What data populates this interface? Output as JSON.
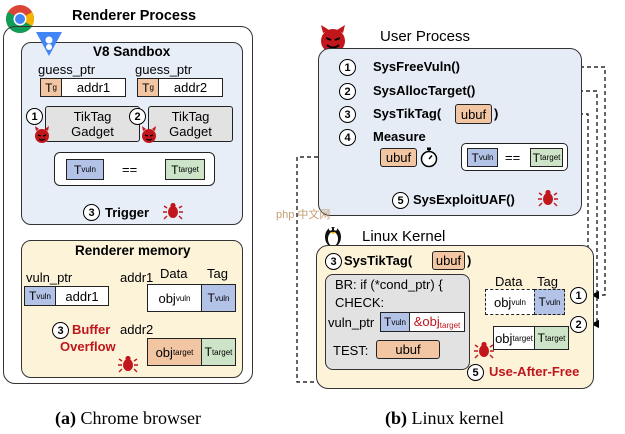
{
  "colors": {
    "sandbox_bg": "#e7eef8",
    "memory_bg": "#fcf3d9",
    "user_bg": "#e5ecf6",
    "kernel_bg": "#fcf3d9",
    "gadget_bg": "#e2e2e2",
    "tag_blue": "#b3c3e7",
    "tag_green": "#cde4c8",
    "tag_orange": "#f3c6a3",
    "red": "#c0161c"
  },
  "left": {
    "title": "Renderer Process",
    "sandbox": {
      "title": "V8 Sandbox",
      "guess1": "guess_ptr",
      "guess2": "guess_ptr",
      "tg": "T",
      "tg_sub": "g",
      "addr1": "addr1",
      "addr2": "addr2",
      "step1": "1",
      "step2": "2",
      "gadget_line1": "TikTag",
      "gadget_line2": "Gadget",
      "tvuln": "T",
      "tvuln_sub": "vuln",
      "eq": "==",
      "ttarget": "T",
      "ttarget_sub": "target",
      "step3": "3",
      "trigger": "Trigger"
    },
    "memory": {
      "title": "Renderer memory",
      "vuln_ptr": "vuln_ptr",
      "t": "T",
      "t_vuln_sub": "vuln",
      "addr1": "addr1",
      "addr1_label": "addr1",
      "addr2_label": "addr2",
      "data_header": "Data",
      "tag_header": "Tag",
      "obj": "obj",
      "obj_vuln_sub": "vuln",
      "obj_target_sub": "target",
      "step3": "3",
      "overflow_line1": "Buffer",
      "overflow_line2": "Overflow",
      "t_target_sub": "target"
    },
    "caption_label": "(a)",
    "caption_text": "Chrome browser"
  },
  "right": {
    "user_title": "User Process",
    "steps": [
      {
        "n": "1",
        "text": "SysFreeVuln()"
      },
      {
        "n": "2",
        "text": "SysAllocTarget()"
      },
      {
        "n": "3",
        "text": "SysTikTag("
      },
      {
        "n": "4",
        "text": "Measure"
      }
    ],
    "ubuf": "ubuf",
    "close_paren": ")",
    "t": "T",
    "t_vuln_sub": "vuln",
    "eq": "==",
    "t_target_sub": "target",
    "exploit_n": "5",
    "exploit_text": "SysExploitUAF()",
    "kernel_title": "Linux Kernel",
    "kernel_call_n": "3",
    "kernel_call_text": "SysTikTag(",
    "code_line1": "BR: if (*cond_ptr) {",
    "code_line2": "CHECK:",
    "code_vuln_ptr": "vuln_ptr",
    "code_amp_obj": "&obj",
    "code_target_sub": "target",
    "code_test": "TEST:",
    "data_header": "Data",
    "tag_header": "Tag",
    "obj": "obj",
    "obj_vuln_sub": "vuln",
    "obj_target_sub": "target",
    "mark1": "1",
    "mark2": "2",
    "uaf_n": "5",
    "uaf_text": "Use-After-Free",
    "caption_label": "(b)",
    "caption_text": "Linux kernel"
  },
  "watermark": "php 中文网"
}
